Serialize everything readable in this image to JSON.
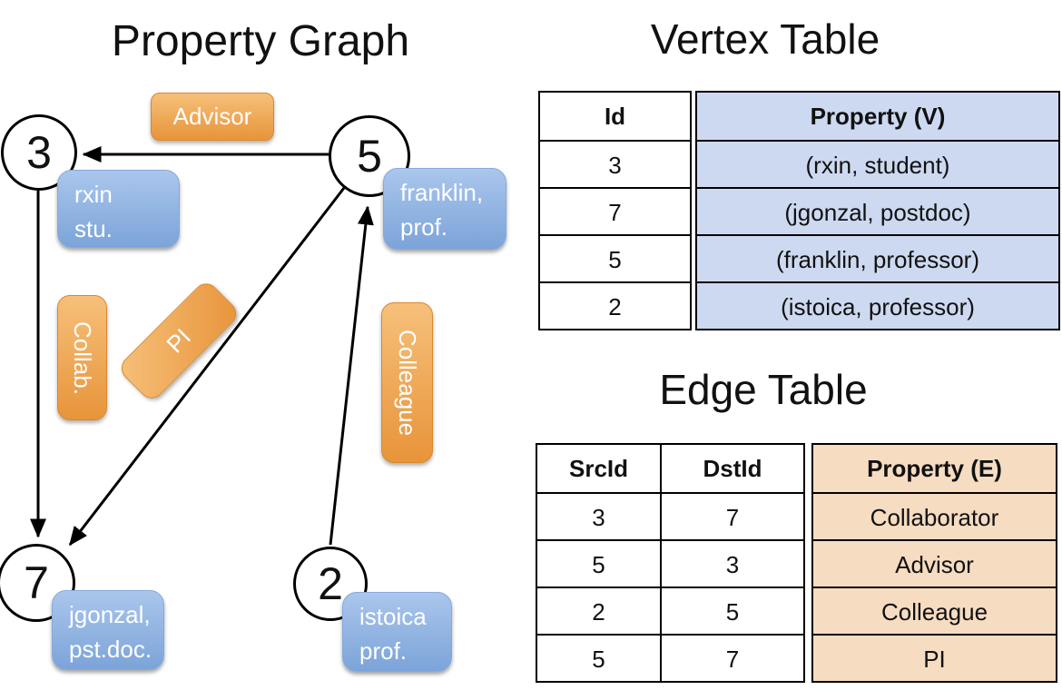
{
  "colors": {
    "orange-top": "#f6c07a",
    "orange-bottom": "#e8943a",
    "orange-border": "#d9872f",
    "blue-top": "#aac6ec",
    "blue-bottom": "#7ca4d9",
    "blue-border": "#86a9dd",
    "table-blue": "#cdd9f0",
    "table-tan": "#f6dcc1",
    "ink": "#000000"
  },
  "graph": {
    "title": "Property Graph",
    "vertices": [
      {
        "id": "3",
        "lines": [
          "rxin",
          "stu."
        ]
      },
      {
        "id": "5",
        "lines": [
          "franklin,",
          "prof."
        ]
      },
      {
        "id": "7",
        "lines": [
          "jgonzal,",
          "pst.doc."
        ]
      },
      {
        "id": "2",
        "lines": [
          "istoica",
          "prof."
        ]
      }
    ],
    "edges": [
      {
        "src": "5",
        "dst": "3",
        "label": "Advisor"
      },
      {
        "src": "3",
        "dst": "7",
        "label": "Collab."
      },
      {
        "src": "5",
        "dst": "7",
        "label": "PI"
      },
      {
        "src": "2",
        "dst": "5",
        "label": "Colleague"
      }
    ]
  },
  "vertex_table": {
    "title": "Vertex Table",
    "columns": [
      "Id",
      "Property (V)"
    ],
    "rows": [
      [
        "3",
        "(rxin, student)"
      ],
      [
        "7",
        "(jgonzal, postdoc)"
      ],
      [
        "5",
        "(franklin, professor)"
      ],
      [
        "2",
        "(istoica, professor)"
      ]
    ]
  },
  "edge_table": {
    "title": "Edge Table",
    "columns": [
      "SrcId",
      "DstId",
      "Property (E)"
    ],
    "rows": [
      [
        "3",
        "7",
        "Collaborator"
      ],
      [
        "5",
        "3",
        "Advisor"
      ],
      [
        "2",
        "5",
        "Colleague"
      ],
      [
        "5",
        "7",
        "PI"
      ]
    ]
  }
}
